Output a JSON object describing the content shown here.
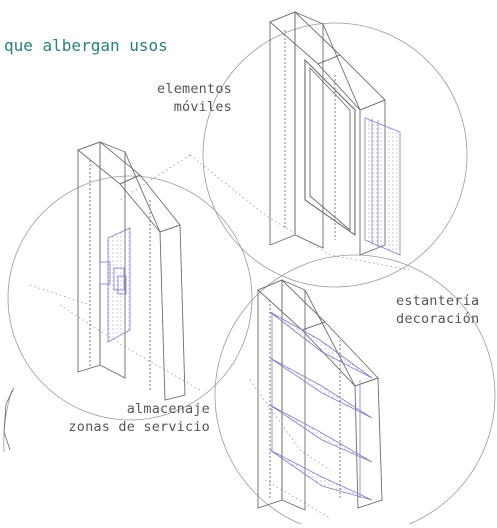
{
  "heading": "que albergan usos",
  "labels": {
    "moviles": [
      "elementos",
      "móviles"
    ],
    "estanteria": [
      "estantería",
      "decoración"
    ],
    "almacenaje": [
      "almacenaje",
      "zonas de servicio"
    ]
  },
  "colors": {
    "heading": "#2e7d7a",
    "line": "#6d6d6d",
    "accent": "#8a7bc4",
    "dots": "#7f78b0"
  }
}
